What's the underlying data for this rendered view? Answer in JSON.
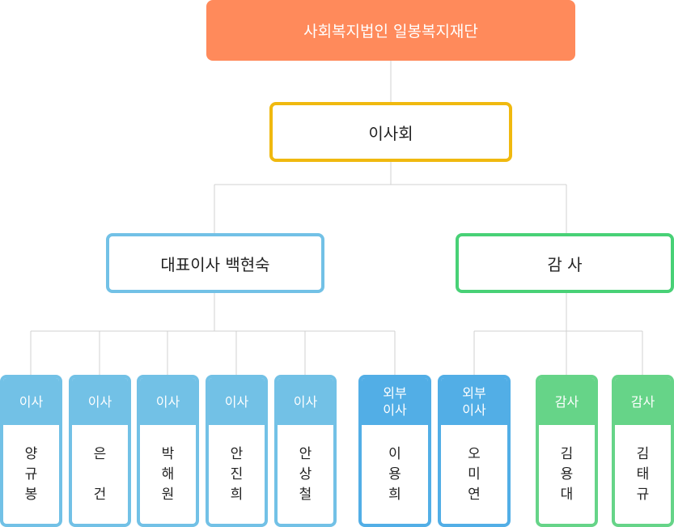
{
  "foundation": "사회복지법인 일봉복지재단",
  "board": "이사회",
  "representative": "대표이사 백현숙",
  "auditor": "감 사",
  "members": [
    {
      "role": "이사",
      "name": [
        "양",
        "규",
        "봉"
      ]
    },
    {
      "role": "이사",
      "name": [
        "은",
        "",
        "건"
      ]
    },
    {
      "role": "이사",
      "name": [
        "박",
        "해",
        "원"
      ]
    },
    {
      "role": "이사",
      "name": [
        "안",
        "진",
        "희"
      ]
    },
    {
      "role": "이사",
      "name": [
        "안",
        "상",
        "철"
      ]
    },
    {
      "role": "외부\n이사",
      "name": [
        "이",
        "용",
        "희"
      ]
    },
    {
      "role": "외부\n이사",
      "name": [
        "오",
        "미",
        "연"
      ]
    },
    {
      "role": "감사",
      "name": [
        "김",
        "용",
        "대"
      ]
    },
    {
      "role": "감사",
      "name": [
        "김",
        "태",
        "규"
      ]
    }
  ],
  "colors": {
    "foundation": "#ff8a5b",
    "board": "#f0b90f",
    "representative": "#72c1e6",
    "auditor": "#48d176",
    "external": "#52aee6",
    "audit_card": "#66d488",
    "connector": "#d0d0d0"
  }
}
